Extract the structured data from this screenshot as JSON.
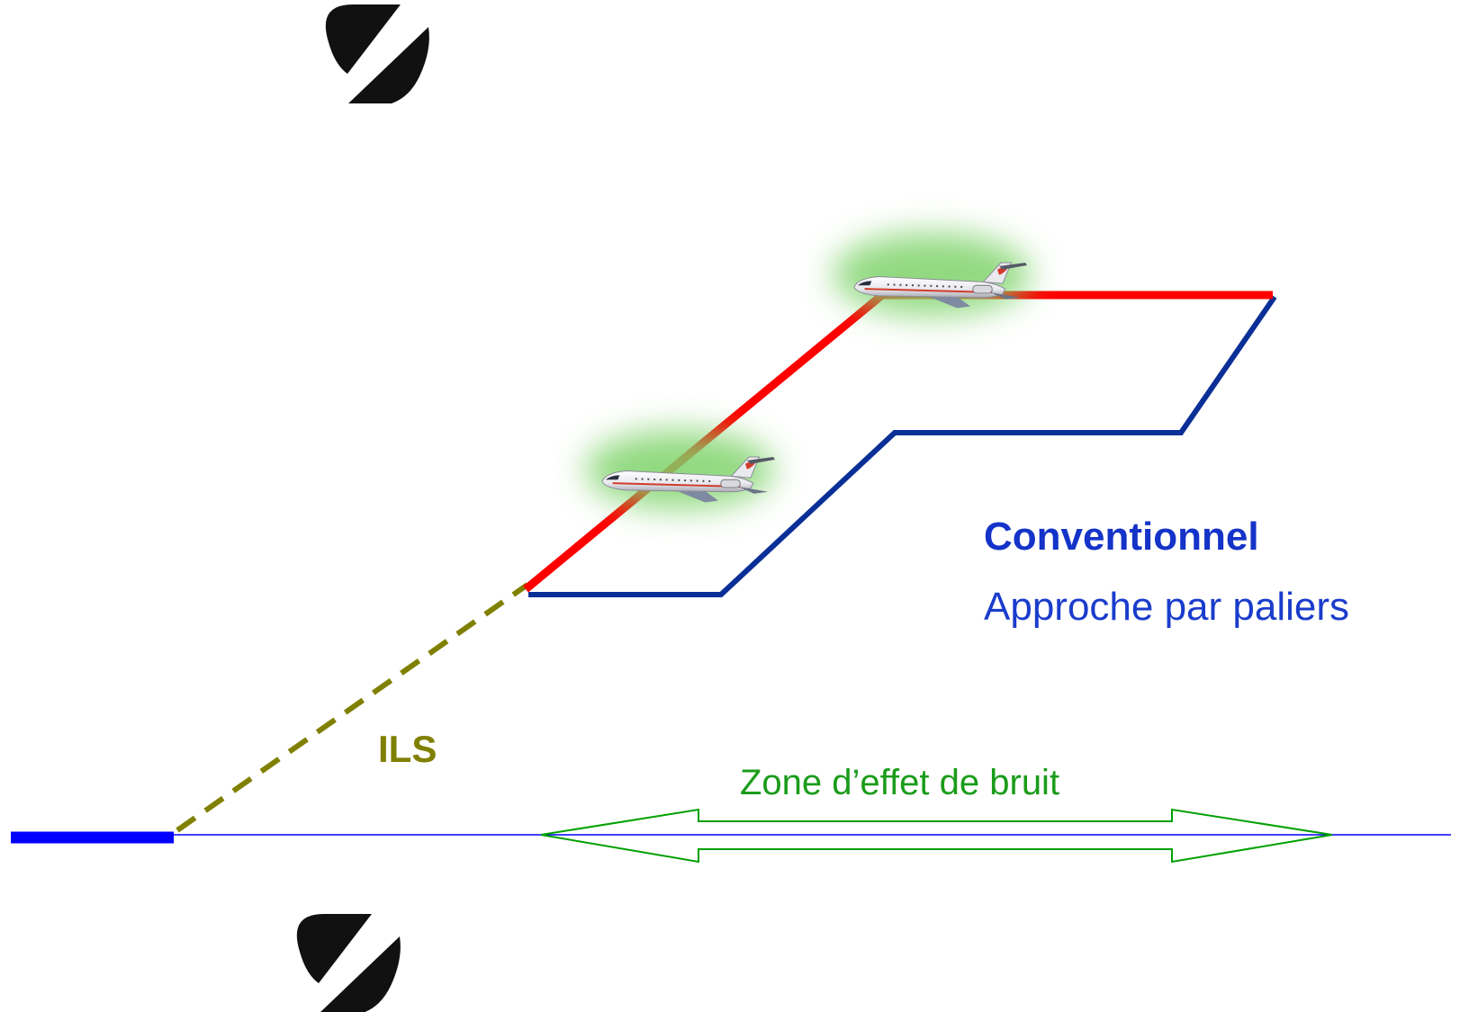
{
  "labels": {
    "conventional": "Conventionnel",
    "step_approach": "Approche par paliers",
    "ils": "ILS",
    "noise_zone": "Zone d’effet de bruit"
  },
  "colors": {
    "red_path": "#ff0000",
    "blue_path": "#0a2f96",
    "ils": "#808000",
    "ground": "#0000ff",
    "noise_arrow": "#00a000",
    "label_blue": "#1a3ccc",
    "glow": "#7fd36a",
    "logo": "#111111"
  },
  "icons": {
    "logo": "slashed-s-logo-icon",
    "aircraft": "regional-jet-icon"
  }
}
